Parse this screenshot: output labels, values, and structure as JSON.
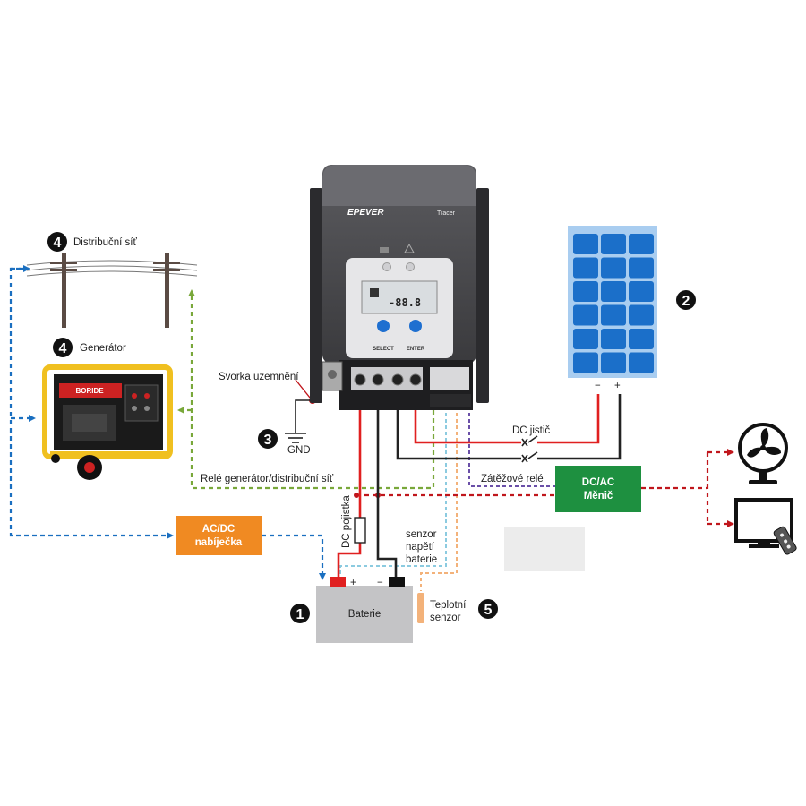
{
  "labels": {
    "grid": "Distribuční síť",
    "generator": "Generátor",
    "ground_terminal": "Svorka uzemnění",
    "gnd": "GND",
    "dc_breaker": "DC jistič",
    "load_relay": "Zátěžové relé",
    "gen_grid_relay": "Relé generátor/distribuční síť",
    "dc_fuse": "DC pojistka",
    "voltage_sensor_l1": "senzor",
    "voltage_sensor_l2": "napětí",
    "voltage_sensor_l3": "baterie",
    "battery": "Baterie",
    "temp_sensor_l1": "Teplotní",
    "temp_sensor_l2": "senzor",
    "charger_l1": "AC/DC",
    "charger_l2": "nabíječka",
    "inverter_l1": "DC/AC",
    "inverter_l2": "Měnič",
    "battery_plus": "+",
    "battery_minus": "−",
    "panel_minus": "−",
    "panel_plus": "+"
  },
  "controller": {
    "brand": "EPEVER",
    "model": "Tracer",
    "lcd_value": "-88.8",
    "select_label": "SELECT",
    "enter_label": "ENTER"
  },
  "generator_brand": "BORIDE",
  "badges": {
    "battery": "1",
    "solar": "2",
    "ground": "3",
    "grid": "4",
    "generator": "4",
    "temp": "5"
  },
  "colors": {
    "positive": "#e02020",
    "negative": "#222222",
    "charger": "#f08a22",
    "inverter": "#1e9040",
    "solar_cell": "#1b6fc9",
    "solar_frame": "#a9cdf0",
    "grid_line": "#1a6fc0",
    "gen_relay_line": "#79a83a",
    "load_line": "#c0161c",
    "sensor_line": "#8ccbe0",
    "temp_line": "#f3b27a",
    "load_relay_line": "#6a4fa8"
  }
}
